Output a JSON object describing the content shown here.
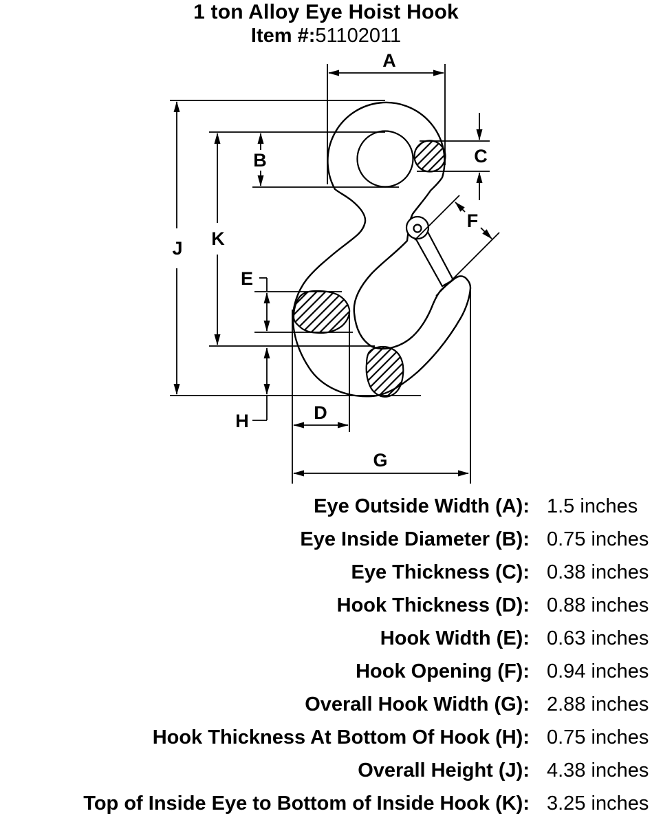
{
  "header": {
    "title": "1 ton Alloy Eye Hoist Hook",
    "item_label": "Item #:",
    "item_number": "51102011"
  },
  "drawing": {
    "letters": {
      "A": "A",
      "B": "B",
      "C": "C",
      "D": "D",
      "E": "E",
      "F": "F",
      "G": "G",
      "H": "H",
      "J": "J",
      "K": "K"
    }
  },
  "specs": {
    "rows": [
      {
        "label": "Eye Outside Width (A):",
        "value": "1.5 inches"
      },
      {
        "label": "Eye Inside Diameter (B):",
        "value": "0.75 inches"
      },
      {
        "label": "Eye Thickness (C):",
        "value": "0.38 inches"
      },
      {
        "label": "Hook Thickness (D):",
        "value": "0.88 inches"
      },
      {
        "label": "Hook Width (E):",
        "value": "0.63 inches"
      },
      {
        "label": "Hook Opening (F):",
        "value": "0.94 inches"
      },
      {
        "label": "Overall Hook Width (G):",
        "value": "2.88 inches"
      },
      {
        "label": "Hook Thickness At Bottom Of Hook (H):",
        "value": "0.75 inches"
      },
      {
        "label": "Overall Height (J):",
        "value": "4.38 inches"
      },
      {
        "label": "Top of Inside Eye to Bottom of Inside Hook (K):",
        "value": "3.25 inches"
      }
    ]
  }
}
